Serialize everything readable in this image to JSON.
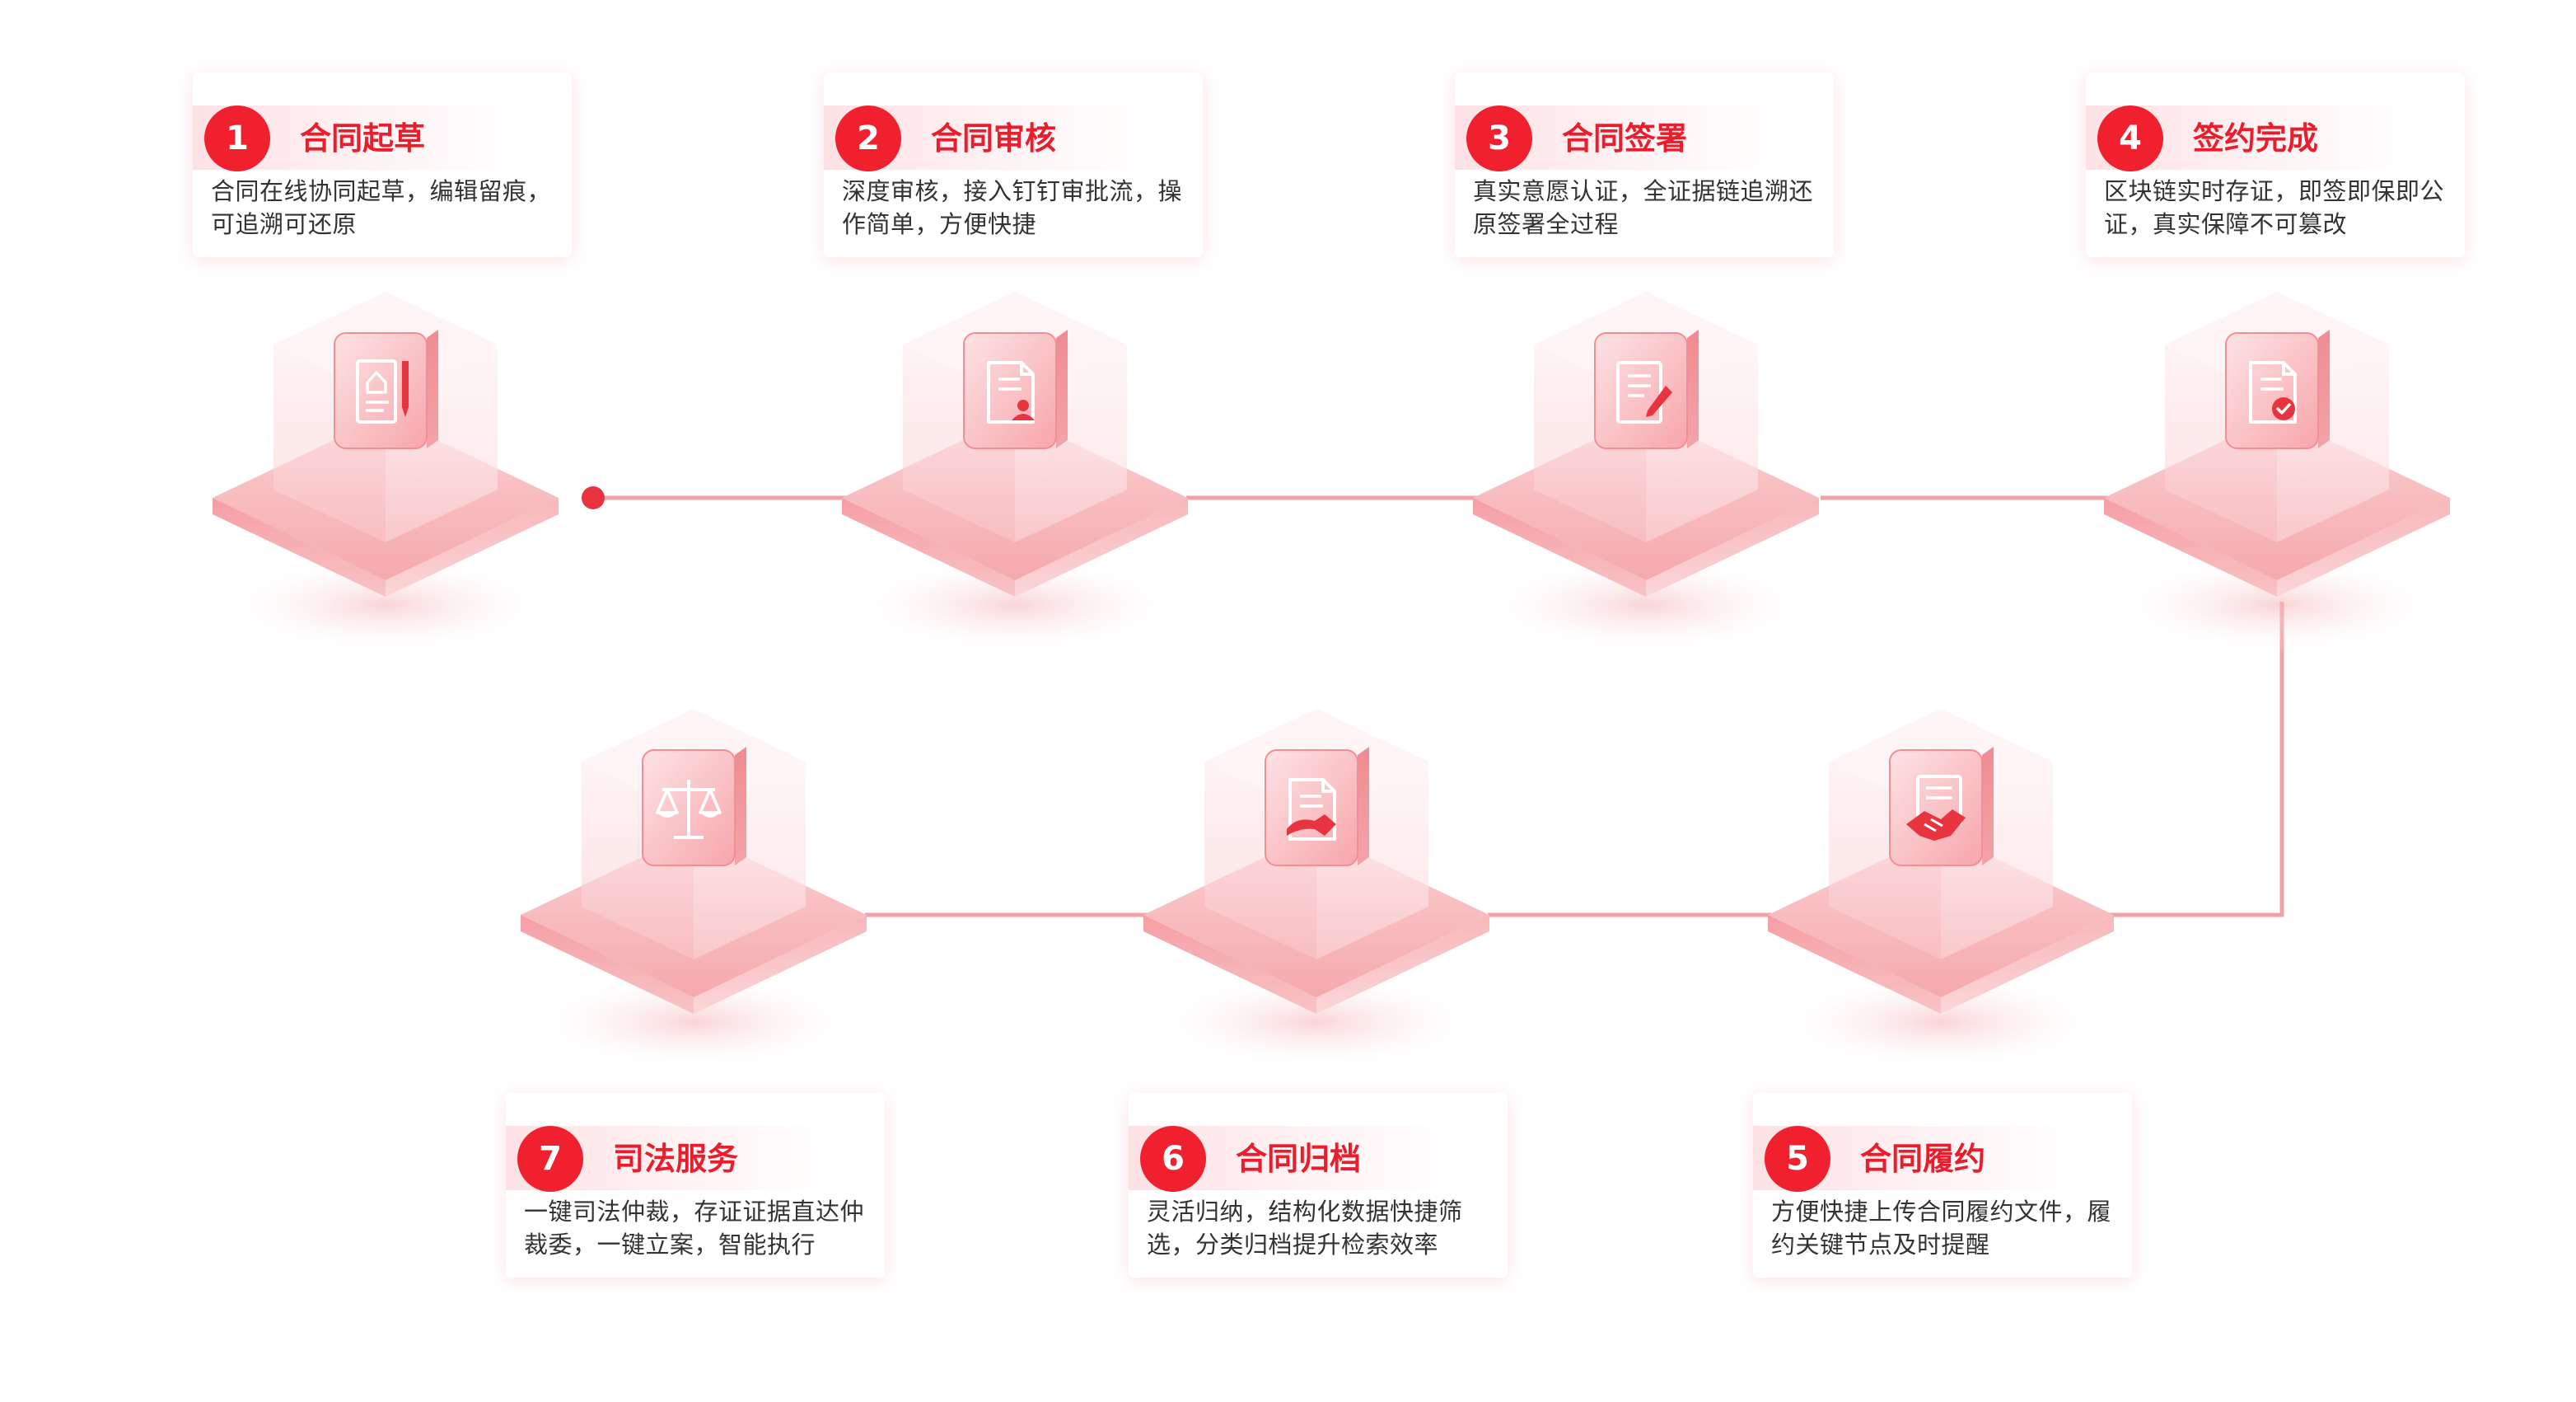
{
  "colors": {
    "accent": "#f0202f",
    "title": "#e81e2d",
    "line": "#f2a2a6",
    "text": "#333333"
  },
  "steps": [
    {
      "num": "1",
      "title": "合同起草",
      "desc": "合同在线协同起草，编辑留痕，可追溯可还原",
      "icon": "contract-draft-icon"
    },
    {
      "num": "2",
      "title": "合同审核",
      "desc": "深度审核，接入钉钉审批流，操作简单，方便快捷",
      "icon": "contract-review-icon"
    },
    {
      "num": "3",
      "title": "合同签署",
      "desc": "真实意愿认证，全证据链追溯还原签署全过程",
      "icon": "contract-sign-icon"
    },
    {
      "num": "4",
      "title": "签约完成",
      "desc": "区块链实时存证，即签即保即公证，真实保障不可篡改",
      "icon": "contract-complete-icon"
    },
    {
      "num": "5",
      "title": "合同履约",
      "desc": "方便快捷上传合同履约文件，履约关键节点及时提醒",
      "icon": "handshake-icon"
    },
    {
      "num": "6",
      "title": "合同归档",
      "desc": "灵活归纳，结构化数据快捷筛选，分类归档提升检索效率",
      "icon": "archive-icon"
    },
    {
      "num": "7",
      "title": "司法服务",
      "desc": "一键司法仲裁，存证证据直达仲裁委，一键立案，智能执行",
      "icon": "scales-icon"
    }
  ]
}
